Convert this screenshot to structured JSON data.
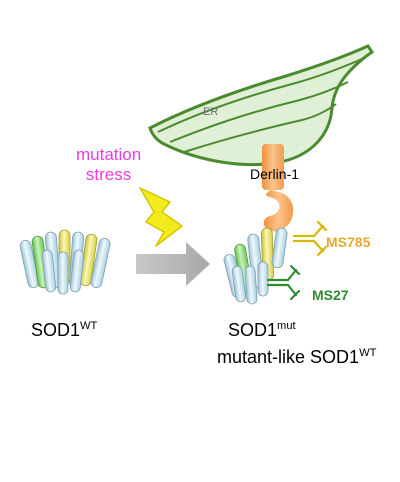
{
  "labels": {
    "er": "ER",
    "derlin": "Derlin-1",
    "mutation_line1": "mutation",
    "mutation_line2": "stress",
    "ms785": "MS785",
    "ms27": "MS27",
    "sod1_wt_base": "SOD1",
    "sod1_wt_sup": "WT",
    "sod1_mut_base": "SOD1",
    "sod1_mut_sup": "mut",
    "mutant_like_base": "mutant-like SOD1",
    "mutant_like_sup": "WT"
  },
  "colors": {
    "mutation_text": "#e83de0",
    "ms785": "#e8a832",
    "ms27": "#2e8b2e",
    "er_fill": "#dff0d6",
    "er_stroke": "#4c8a2f",
    "derlin": "#f4a559",
    "lightning": "#f2ec1c",
    "arrow": "#b8b8b8",
    "barrel_blue": "#c7e4f2",
    "barrel_yellow": "#f1ec7a",
    "barrel_green": "#8fdc7a"
  },
  "icons": {
    "lightning": "lightning-bolt-icon",
    "arrow": "right-arrow-icon",
    "antibody": "y-antibody-icon"
  }
}
